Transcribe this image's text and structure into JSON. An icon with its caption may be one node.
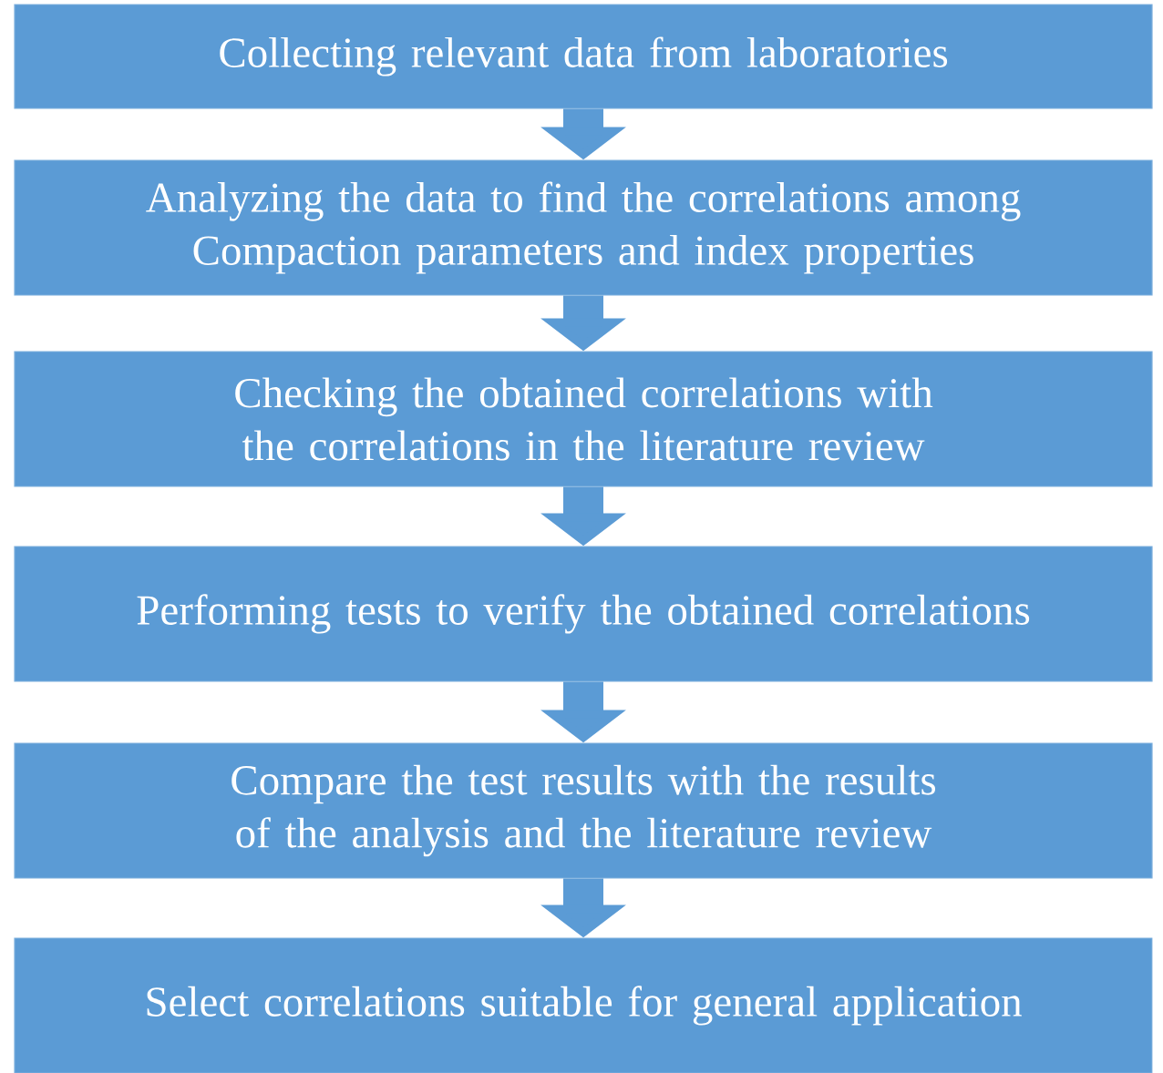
{
  "diagram": {
    "nodes": [
      {
        "text": [
          "Collecting relevant data from laboratories"
        ]
      },
      {
        "text": [
          "Analyzing the data to find the correlations among Compaction parameters and index properties"
        ]
      },
      {
        "text": [
          "Checking the obtained correlations with the correlations in the literature review"
        ]
      },
      {
        "text": [
          "Performing tests to verify the obtained correlations"
        ]
      },
      {
        "text": [
          "Compare the test results with the results of the analysis and the literature review"
        ]
      },
      {
        "text": [
          "Select correlations suitable for general application"
        ]
      }
    ],
    "edges": [
      {
        "from": 0,
        "to": 1,
        "arrow": "to"
      },
      {
        "from": 1,
        "to": 2,
        "arrow": "to"
      },
      {
        "from": 2,
        "to": 3,
        "arrow": "to"
      },
      {
        "from": 3,
        "to": 4,
        "arrow": "to"
      },
      {
        "from": 4,
        "to": 5,
        "arrow": "to"
      }
    ]
  }
}
